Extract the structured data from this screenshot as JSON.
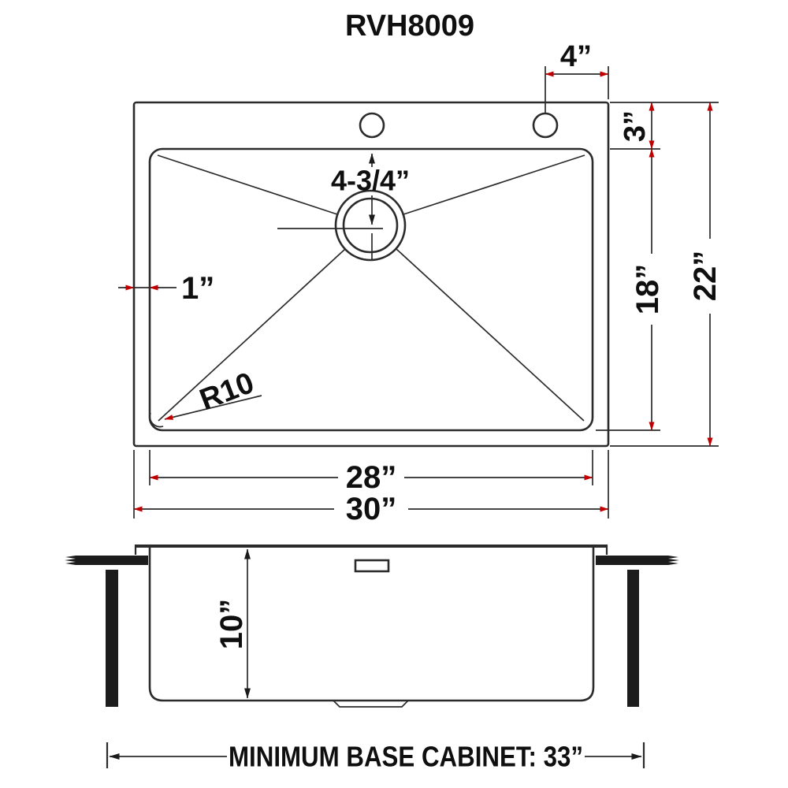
{
  "title": "RVH8009",
  "colors": {
    "line": "#2b2b2b",
    "text": "#0f0f0f",
    "arrow": "#c00000",
    "arrow-dark": "#1a1a1a",
    "counter": "#1c1c1c",
    "bg": "#ffffff"
  },
  "top_view": {
    "dims": {
      "hole_spacing": "4”",
      "hole_setback": "3”",
      "bowl_front_back": "18”",
      "overall_front_back": "22”",
      "drain_offset": "4-3/4”",
      "rim_width": "1”",
      "corner_radius": "R10",
      "bowl_width": "28”",
      "overall_width": "30”"
    }
  },
  "side_view": {
    "dims": {
      "bowl_depth": "10”"
    }
  },
  "footer": {
    "base_cabinet_label": "MINIMUM BASE CABINET: 33”"
  }
}
